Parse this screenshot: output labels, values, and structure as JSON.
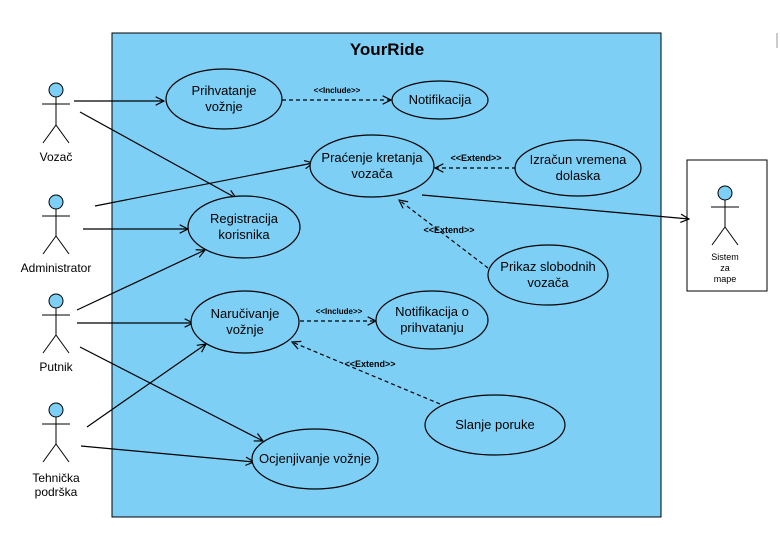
{
  "system": {
    "title": "YourRide",
    "fill": "#7dcff5"
  },
  "actors": {
    "vozac": "Vozač",
    "administrator": "Administrator",
    "putnik": "Putnik",
    "tehnicka_line1": "Tehnička",
    "tehnicka_line2": "podrška",
    "sistem_line1": "Sistem",
    "sistem_line2": "za",
    "sistem_line3": "mape"
  },
  "use_cases": {
    "prihvatanje_line1": "Prihvatanje",
    "prihvatanje_line2": "vožnje",
    "notifikacija": "Notifikacija",
    "pracenje_line1": "Praćenje kretanja",
    "pracenje_line2": "vozača",
    "izracun_line1": "Izračun vremena",
    "izracun_line2": "dolaska",
    "registracija_line1": "Registracija",
    "registracija_line2": "korisnika",
    "prikaz_line1": "Prikaz slobodnih",
    "prikaz_line2": "vozača",
    "narucivanje_line1": "Naručivanje",
    "narucivanje_line2": "vožnje",
    "notif_prihv_line1": "Notifikacija o",
    "notif_prihv_line2": "prihvatanju",
    "slanje": "Slanje poruke",
    "ocjenjivanje": "Ocjenjivanje vožnje"
  },
  "relations": {
    "include1": "<<Include>>",
    "extend1": "<<Extend>>",
    "extend2": "<<Extend>>",
    "include2": "<<Include>>",
    "extend3": "<<Extend>>"
  }
}
